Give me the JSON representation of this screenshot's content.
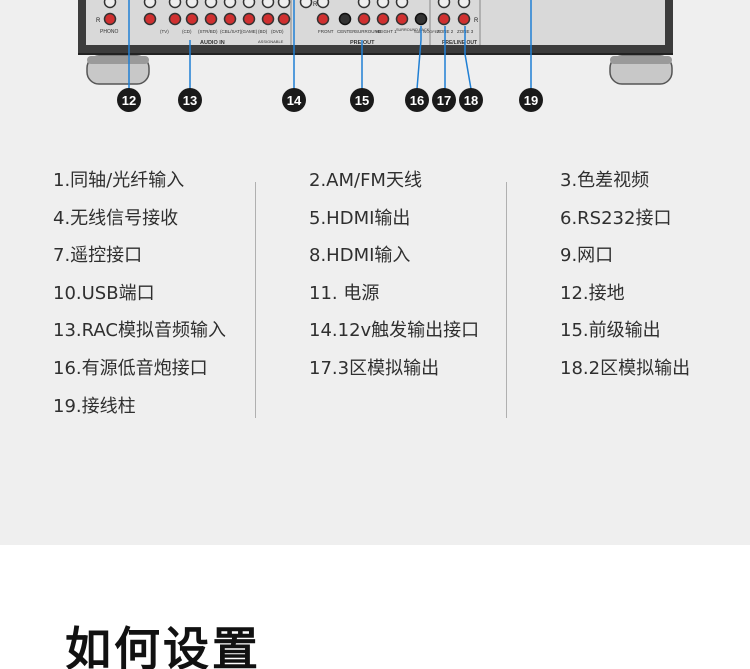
{
  "callouts": [
    "12",
    "13",
    "14",
    "15",
    "16",
    "17",
    "18",
    "19"
  ],
  "panel": {
    "phono": "PHONO",
    "channel_r": "R",
    "inputs": [
      "(TV)",
      "(CD)",
      "(STR/BD)",
      "(CBL/SAT)",
      "(GAME)",
      "(BD)",
      "(DVD)"
    ],
    "audio_in": "AUDIO IN",
    "assignable": "ASSIGNABLE",
    "pre_out": "PRE OUT",
    "pre_out_labels": [
      "FRONT",
      "CENTER",
      "SURROUND",
      "HEIGHT 1",
      "SURROUND BACK",
      "SUB WOOFER"
    ],
    "zone_labels": [
      "ZONE 2",
      "ZONE 3"
    ],
    "preline_out": "PRE/LINE OUT"
  },
  "legend": {
    "columns": [
      [
        "1.同轴/光纤输入",
        "4.无线信号接收",
        "7.遥控接口",
        "10.USB端口",
        "13.RAC模拟音频输入",
        "16.有源低音炮接口",
        "19.接线柱"
      ],
      [
        "2.AM/FM天线",
        "5.HDMI输出",
        "8.HDMI输入",
        "11. 电源",
        "14.12v触发输出接口",
        "17.3区模拟输出"
      ],
      [
        "3.色差视频",
        "6.RS232接口",
        "9.网口",
        "12.接地",
        "15.前级输出",
        "18.2区模拟输出"
      ]
    ]
  },
  "section": {
    "title": "如何设置"
  },
  "colors": {
    "background": "#efefef",
    "chassis": "#3c3c3c",
    "callout": "#1a1a1a",
    "leader": "#1f7fd4",
    "jack_red": "#d03030"
  }
}
